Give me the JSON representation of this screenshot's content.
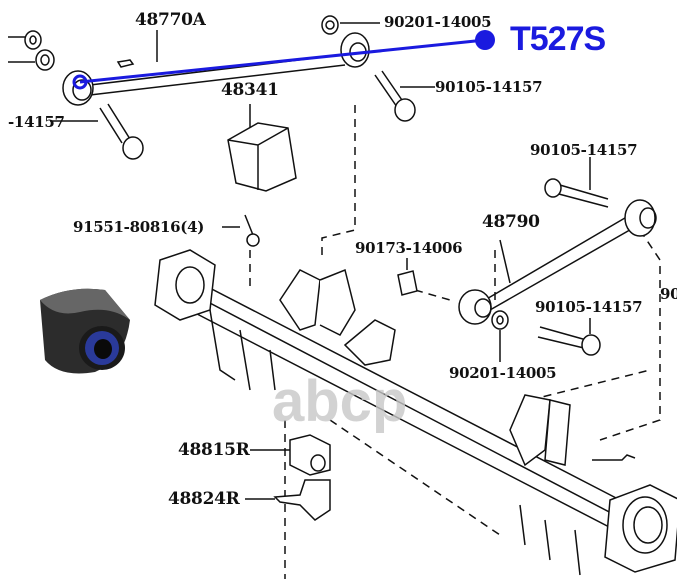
{
  "highlight": {
    "label": "T527S",
    "color": "#1a1adf"
  },
  "watermark": "abcp",
  "parts": {
    "p48770A": "48770A",
    "p90201_top": "90201-14005",
    "p90105_top": "90105-14157",
    "p48341": "48341",
    "p14157_left": "-14157",
    "p90105_right_top": "90105-14157",
    "p91551": "91551-80816(4)",
    "p48790": "48790",
    "p90173": "90173-14006",
    "p90105_right_mid": "90105-14157",
    "p90_cut": "90",
    "p90201_bottom": "90201-14005",
    "p48815R": "48815R",
    "p48824R": "48824R"
  }
}
